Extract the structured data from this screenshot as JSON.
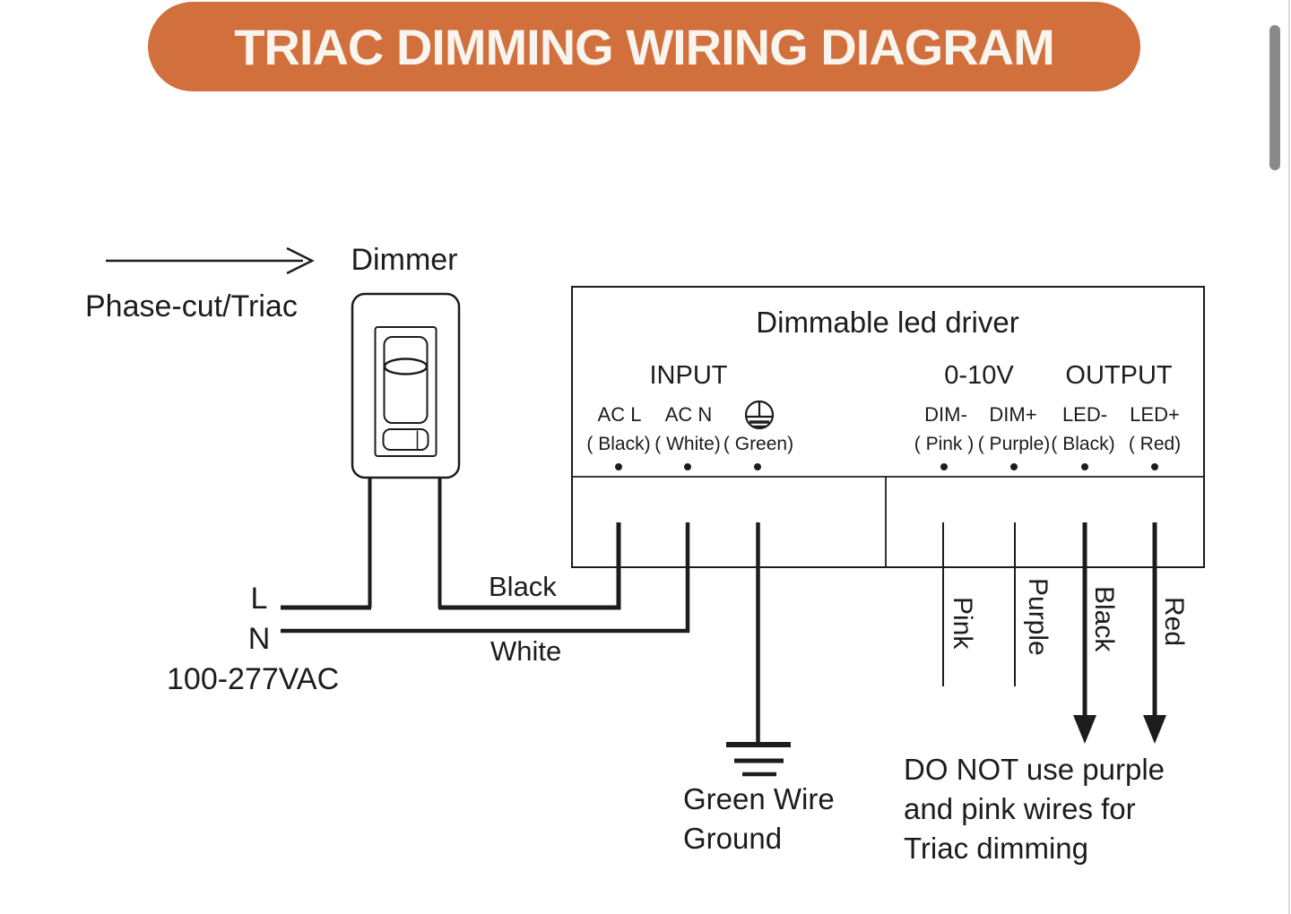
{
  "title": "TRIAC DIMMING WIRING DIAGRAM",
  "dimmer": {
    "label": "Dimmer",
    "type": "Phase-cut/Triac"
  },
  "mains": {
    "line": "L",
    "neutral": "N",
    "voltage": "100-277VAC"
  },
  "wire_labels": {
    "black": "Black",
    "white": "White",
    "ground_line1": "Green Wire",
    "ground_line2": "Ground"
  },
  "driver": {
    "title": "Dimmable led driver",
    "input_label": "INPUT",
    "dim_label": "0-10V",
    "output_label": "OUTPUT",
    "terminals": [
      {
        "name": "AC L",
        "color": "( Black)"
      },
      {
        "name": "AC N",
        "color": "( White)"
      },
      {
        "name": "",
        "color": "( Green)"
      },
      {
        "name": "DIM-",
        "color": "( Pink )"
      },
      {
        "name": "DIM+",
        "color": "( Purple)"
      },
      {
        "name": "LED-",
        "color": "( Black)"
      },
      {
        "name": "LED+",
        "color": "( Red)"
      }
    ]
  },
  "output_wires": {
    "pink": "Pink",
    "purple": "Purple",
    "black": "Black",
    "red": "Red"
  },
  "warning": {
    "line1": "DO NOT use purple",
    "line2": "and pink wires for",
    "line3": "Triac dimming"
  },
  "colors": {
    "banner_bg": "#d2703d",
    "banner_text": "#f8f4ee",
    "line": "#1c1c1c",
    "scrollbar_thumb": "#8a8a8a"
  }
}
